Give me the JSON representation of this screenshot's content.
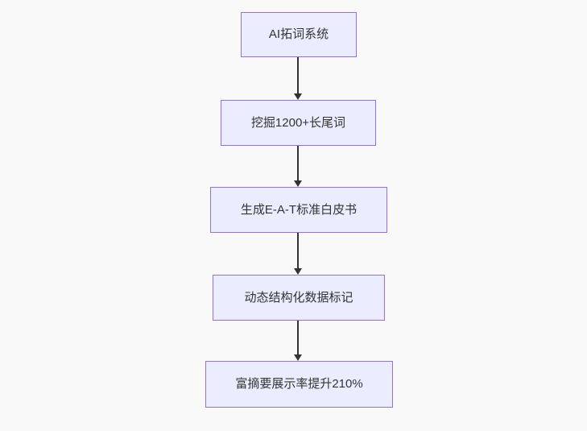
{
  "flowchart": {
    "type": "flowchart-top-down",
    "background_color": "#f9f9f9",
    "node_fill_color": "#ECECFF",
    "node_border_color": "#9370DB",
    "text_color": "#333333",
    "arrow_color": "#333333",
    "nodes": [
      {
        "label": "AI拓词系统"
      },
      {
        "label": "挖掘1200+长尾词"
      },
      {
        "label": "生成E-A-T标准白皮书"
      },
      {
        "label": "动态结构化数据标记"
      },
      {
        "label": "富摘要展示率提升210%"
      }
    ],
    "edges": [
      {
        "from": 0,
        "to": 1
      },
      {
        "from": 1,
        "to": 2
      },
      {
        "from": 2,
        "to": 3
      },
      {
        "from": 3,
        "to": 4
      }
    ]
  }
}
